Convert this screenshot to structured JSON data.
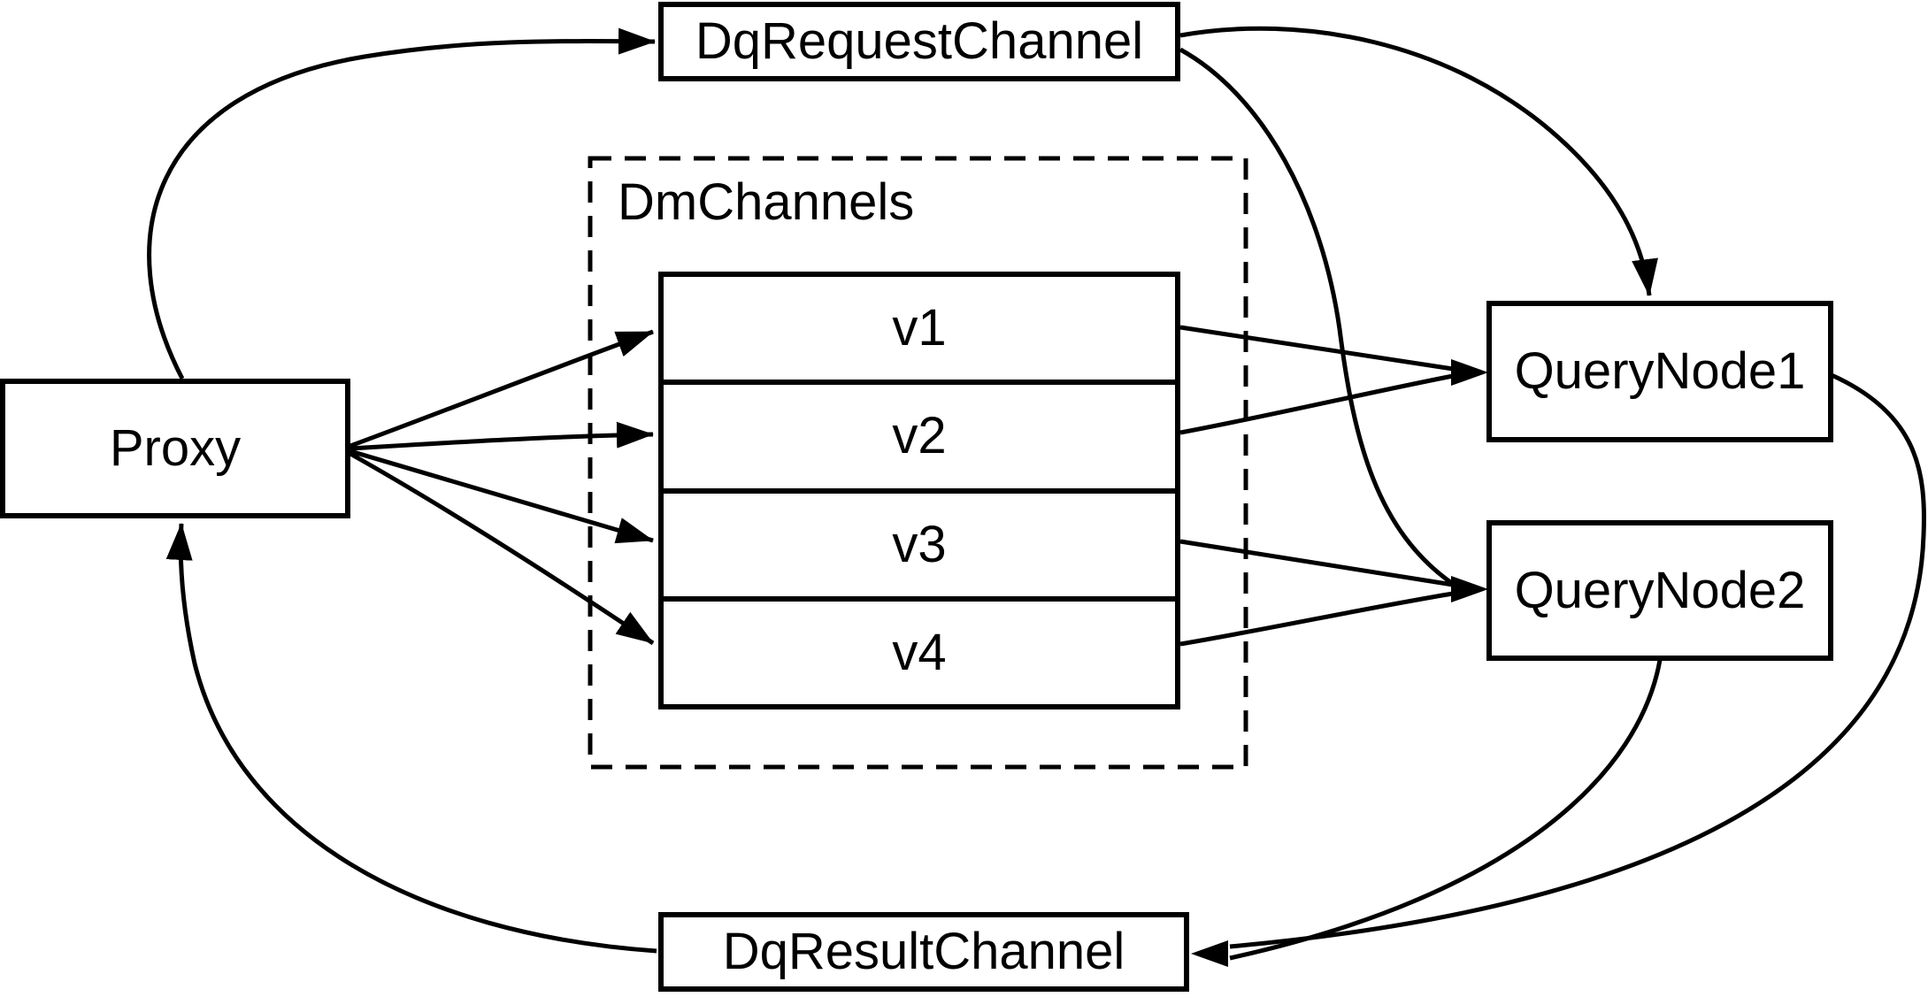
{
  "diagram": {
    "background_color": "#ffffff",
    "stroke_color": "#000000",
    "nodes": {
      "proxy": {
        "label": "Proxy"
      },
      "dq_request_channel": {
        "label": "DqRequestChannel"
      },
      "dm_channels_group": {
        "label": "DmChannels"
      },
      "channels": [
        {
          "label": "v1"
        },
        {
          "label": "v2"
        },
        {
          "label": "v3"
        },
        {
          "label": "v4"
        }
      ],
      "query_node_1": {
        "label": "QueryNode1"
      },
      "query_node_2": {
        "label": "QueryNode2"
      },
      "dq_result_channel": {
        "label": "DqResultChannel"
      }
    },
    "edges": [
      {
        "from": "Proxy",
        "to": "DqRequestChannel"
      },
      {
        "from": "Proxy",
        "to": "v1"
      },
      {
        "from": "Proxy",
        "to": "v2"
      },
      {
        "from": "Proxy",
        "to": "v3"
      },
      {
        "from": "Proxy",
        "to": "v4"
      },
      {
        "from": "v1",
        "to": "QueryNode1"
      },
      {
        "from": "v2",
        "to": "QueryNode1"
      },
      {
        "from": "v3",
        "to": "QueryNode2"
      },
      {
        "from": "v4",
        "to": "QueryNode2"
      },
      {
        "from": "DqRequestChannel",
        "to": "QueryNode1"
      },
      {
        "from": "DqRequestChannel",
        "to": "QueryNode2"
      },
      {
        "from": "QueryNode1",
        "to": "DqResultChannel"
      },
      {
        "from": "QueryNode2",
        "to": "DqResultChannel"
      },
      {
        "from": "DqResultChannel",
        "to": "Proxy"
      }
    ]
  }
}
